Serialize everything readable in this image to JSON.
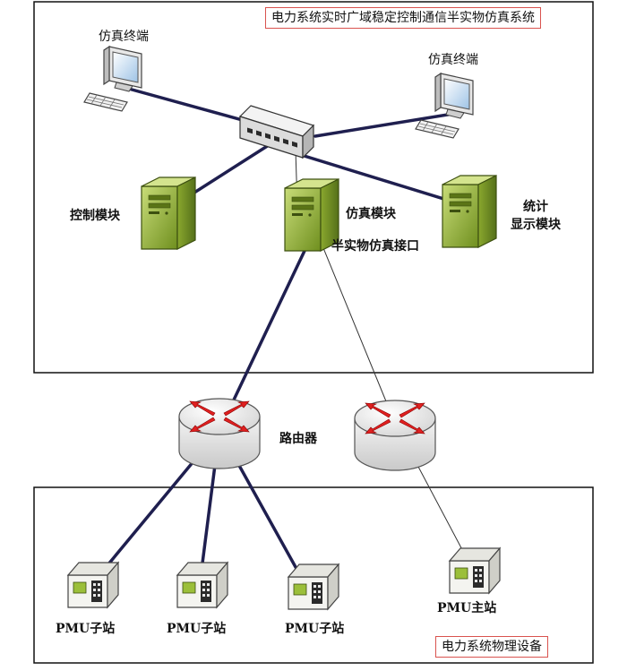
{
  "system_title": "电力系统实时广域稳定控制通信半实物仿真系统",
  "physical_title": "电力系统物理设备",
  "labels": {
    "terminal_left": "仿真终端",
    "terminal_right": "仿真终端",
    "control_module": "控制模块",
    "sim_module": "仿真模块",
    "hil_interface": "半实物仿真接口",
    "stats_line1": "统计",
    "stats_line2": "显示模块",
    "router": "路由器",
    "pmu_sub_1": "PMU子站",
    "pmu_sub_2": "PMU子站",
    "pmu_sub_3": "PMU子站",
    "pmu_main": "PMU主站"
  },
  "colors": {
    "network_link": "#1f1f4f",
    "thin_link": "#333333",
    "title_border": "#d9534f",
    "server_green": "#9dbb3a",
    "router_arrow": "#e02020"
  },
  "icons": [
    "computer-terminal-icon",
    "network-switch-icon",
    "server-tower-icon",
    "router-icon",
    "pmu-device-icon"
  ]
}
